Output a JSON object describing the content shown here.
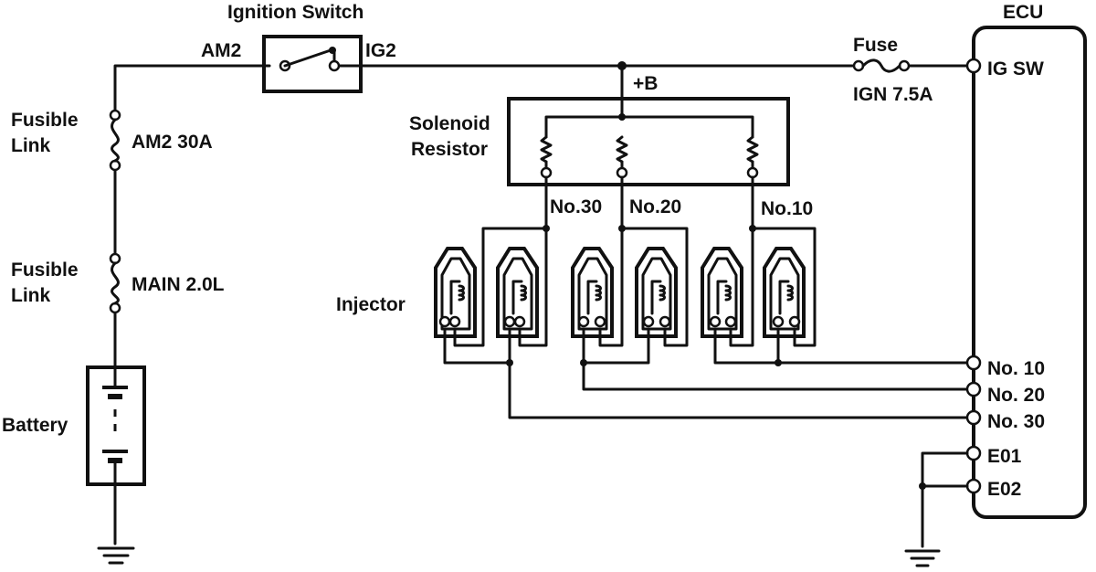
{
  "labels": {
    "ignition_switch": "Ignition Switch",
    "am2": "AM2",
    "ig2": "IG2",
    "fusible_link_1": [
      "Fusible",
      "Link"
    ],
    "am2_30a": "AM2 30A",
    "fusible_link_2": [
      "Fusible",
      "Link"
    ],
    "main_2_0l": "MAIN 2.0L",
    "battery": "Battery",
    "plus_b": "+B",
    "solenoid_resistor": [
      "Solenoid",
      "Resistor"
    ],
    "no30": "No.30",
    "no20": "No.20",
    "no10": "No.10",
    "injector": "Injector",
    "fuse": "Fuse",
    "ign_fuse": "IGN 7.5A",
    "ecu": "ECU",
    "ecu_terminals": {
      "ig_sw": "IG SW",
      "no10": "No. 10",
      "no20": "No. 20",
      "no30": "No. 30",
      "e01": "E01",
      "e02": "E02"
    }
  }
}
